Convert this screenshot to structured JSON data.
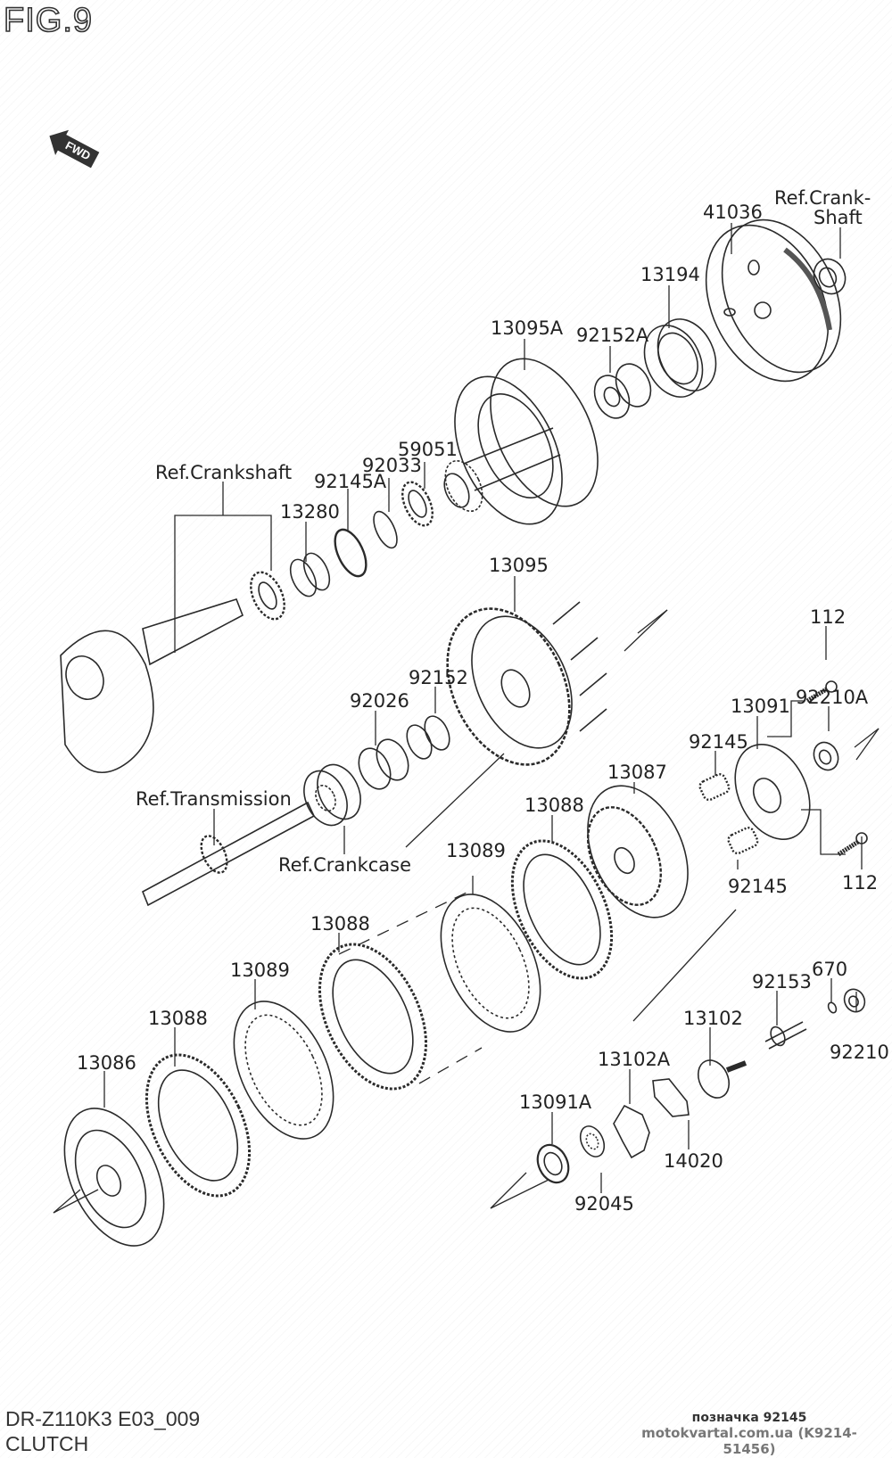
{
  "figure": {
    "title": "FIG.9",
    "fwd_label": "FWD"
  },
  "labels": {
    "ref_crank_shaft_top_line1": "Ref.Crank-",
    "ref_crank_shaft_top_line2": "Shaft",
    "p41036": "41036",
    "p13194": "13194",
    "p13095A": "13095A",
    "p92152A": "92152A",
    "p59051": "59051",
    "p92033": "92033",
    "p92145A": "92145A",
    "p13280": "13280",
    "ref_crankshaft": "Ref.Crankshaft",
    "p13095": "13095",
    "p112_top": "112",
    "p92210A": "92210A",
    "p13091": "13091",
    "p92145_top": "92145",
    "p92152": "92152",
    "p92026": "92026",
    "p13087": "13087",
    "ref_transmission": "Ref.Transmission",
    "ref_crankcase": "Ref.Crankcase",
    "p13088_mid": "13088",
    "p13089_mid": "13089",
    "p92145_bottom": "92145",
    "p112_bottom": "112",
    "p13088_left": "13088",
    "p13089_left": "13089",
    "p670": "670",
    "p92153": "92153",
    "p13088_far": "13088",
    "p13102": "13102",
    "p92210": "92210",
    "p13086": "13086",
    "p13102A": "13102A",
    "p13091A": "13091A",
    "p14020": "14020",
    "p92045": "92045"
  },
  "footer": {
    "model_code": "DR-Z110K3 E03_009",
    "section": "CLUTCH",
    "highlight": "позначка 92145",
    "watermark": "motokvartal.com.ua (K9214-51456)"
  }
}
